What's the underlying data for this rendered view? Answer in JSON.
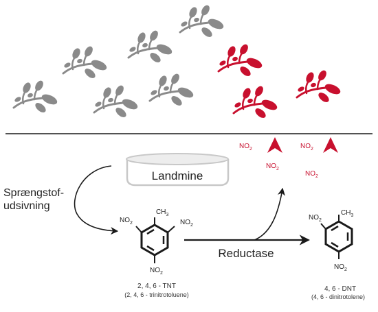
{
  "colors": {
    "healthy_plant": "#8a8a8a",
    "indicator_plant": "#c8102e",
    "line": "#1a1a1a",
    "landmine_fill": "#ededed",
    "landmine_stroke": "#c8c8c8"
  },
  "labels": {
    "landmine": "Landmine",
    "leaching_line1": "Sprængstof-",
    "leaching_line2": "udsivning",
    "reductase": "Reductase",
    "no2": "NO",
    "sub2": "2",
    "ch3": "CH",
    "sub3": "3"
  },
  "tnt": {
    "name": "2, 4, 6 - TNT",
    "full_name": "(2, 4, 6 - trinitrotoluene)"
  },
  "dnt": {
    "name": "4, 6 - DNT",
    "full_name": "(4, 6 - dinitrotolene)"
  },
  "icons": {
    "plant": "plant-icon",
    "arrowhead": "arrowhead-icon",
    "benzene": "benzene-ring-icon"
  }
}
